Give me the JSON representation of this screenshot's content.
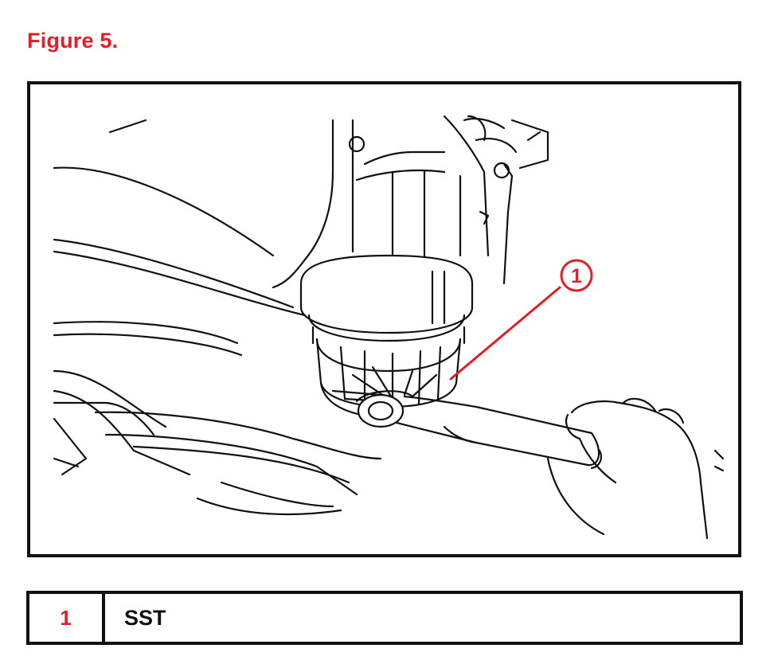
{
  "figure": {
    "title": "Figure 5."
  },
  "illustration": {
    "callouts": [
      {
        "number": "1"
      }
    ],
    "line_color": "#111111",
    "callout_color": "#e31e24"
  },
  "legend": {
    "rows": [
      {
        "number": "1",
        "label": "SST"
      }
    ]
  }
}
